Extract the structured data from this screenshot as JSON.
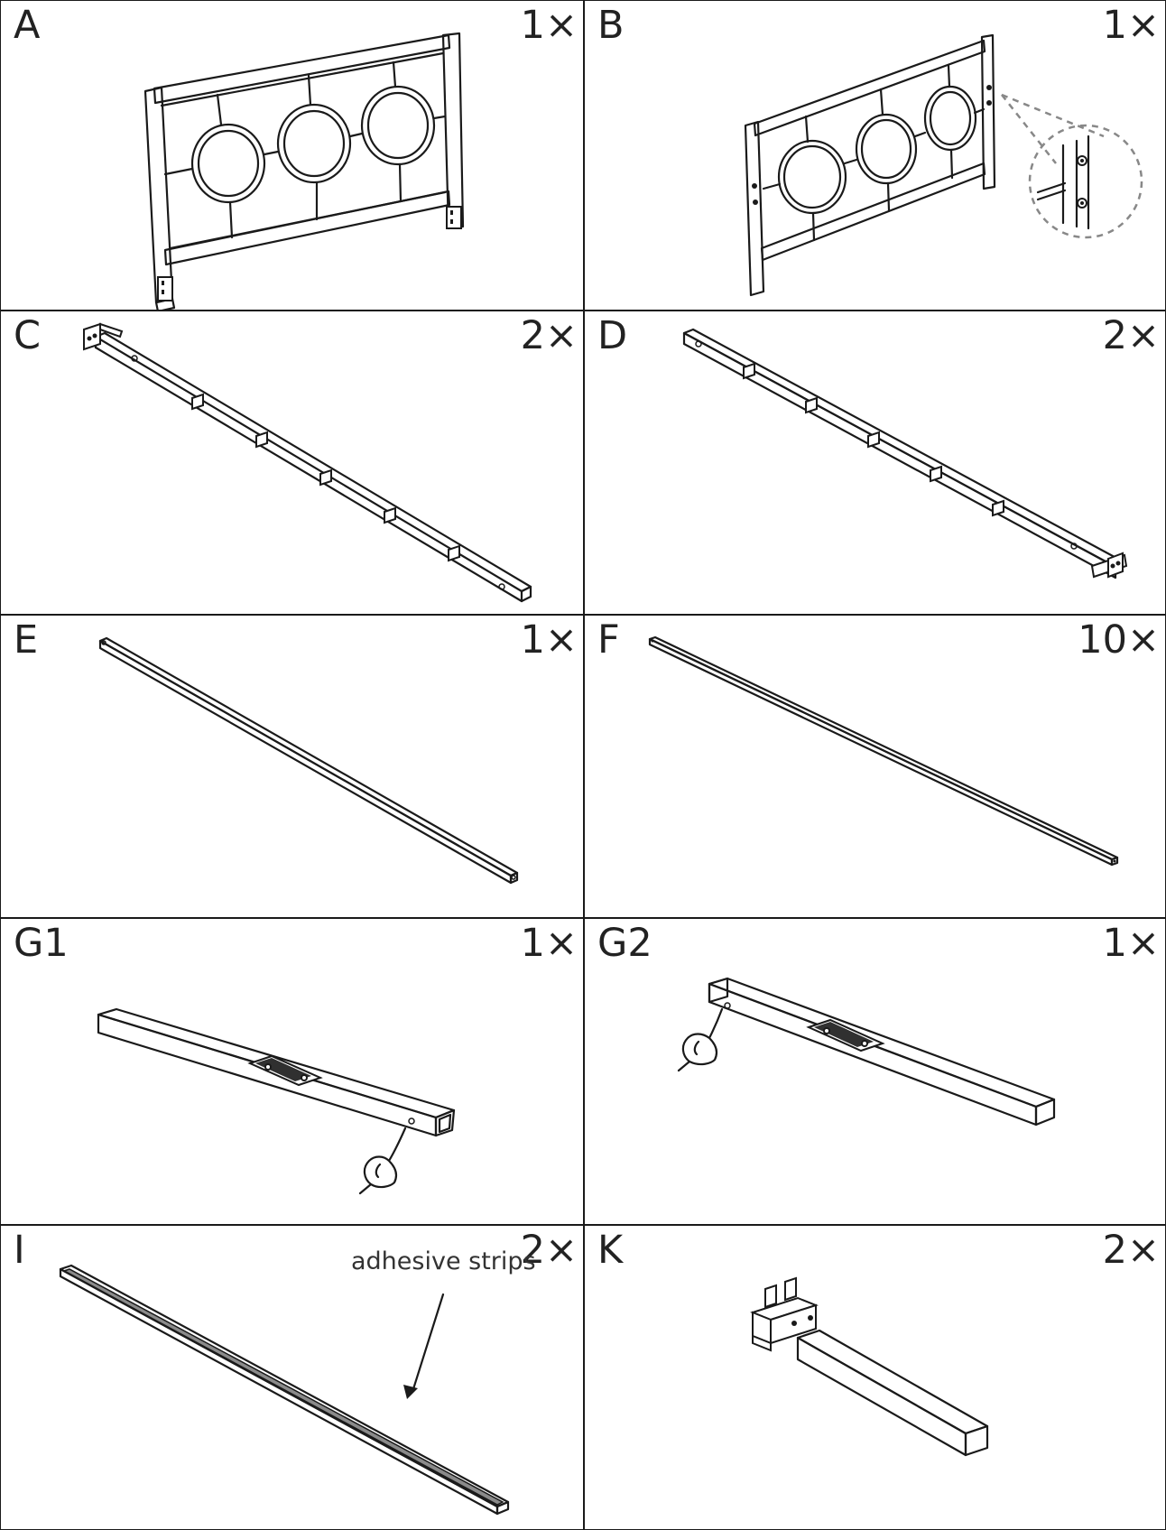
{
  "parts": [
    {
      "id": "A",
      "qty": "1×"
    },
    {
      "id": "B",
      "qty": "1×"
    },
    {
      "id": "C",
      "qty": "2×"
    },
    {
      "id": "D",
      "qty": "2×"
    },
    {
      "id": "E",
      "qty": "1×"
    },
    {
      "id": "F",
      "qty": "10×"
    },
    {
      "id": "G1",
      "qty": "1×"
    },
    {
      "id": "G2",
      "qty": "1×"
    },
    {
      "id": "I",
      "qty": "2×",
      "annotation": "adhesive strips"
    },
    {
      "id": "K",
      "qty": "2×"
    }
  ],
  "icons": {
    "A": "headboard-panel-icon",
    "B": "footboard-panel-icon",
    "C": "side-rail-icon",
    "D": "side-rail-icon",
    "E": "center-rail-icon",
    "F": "slat-icon",
    "G1": "cross-beam-icon",
    "G2": "cross-beam-icon",
    "I": "slat-with-adhesive-icon",
    "K": "bracket-icon"
  }
}
